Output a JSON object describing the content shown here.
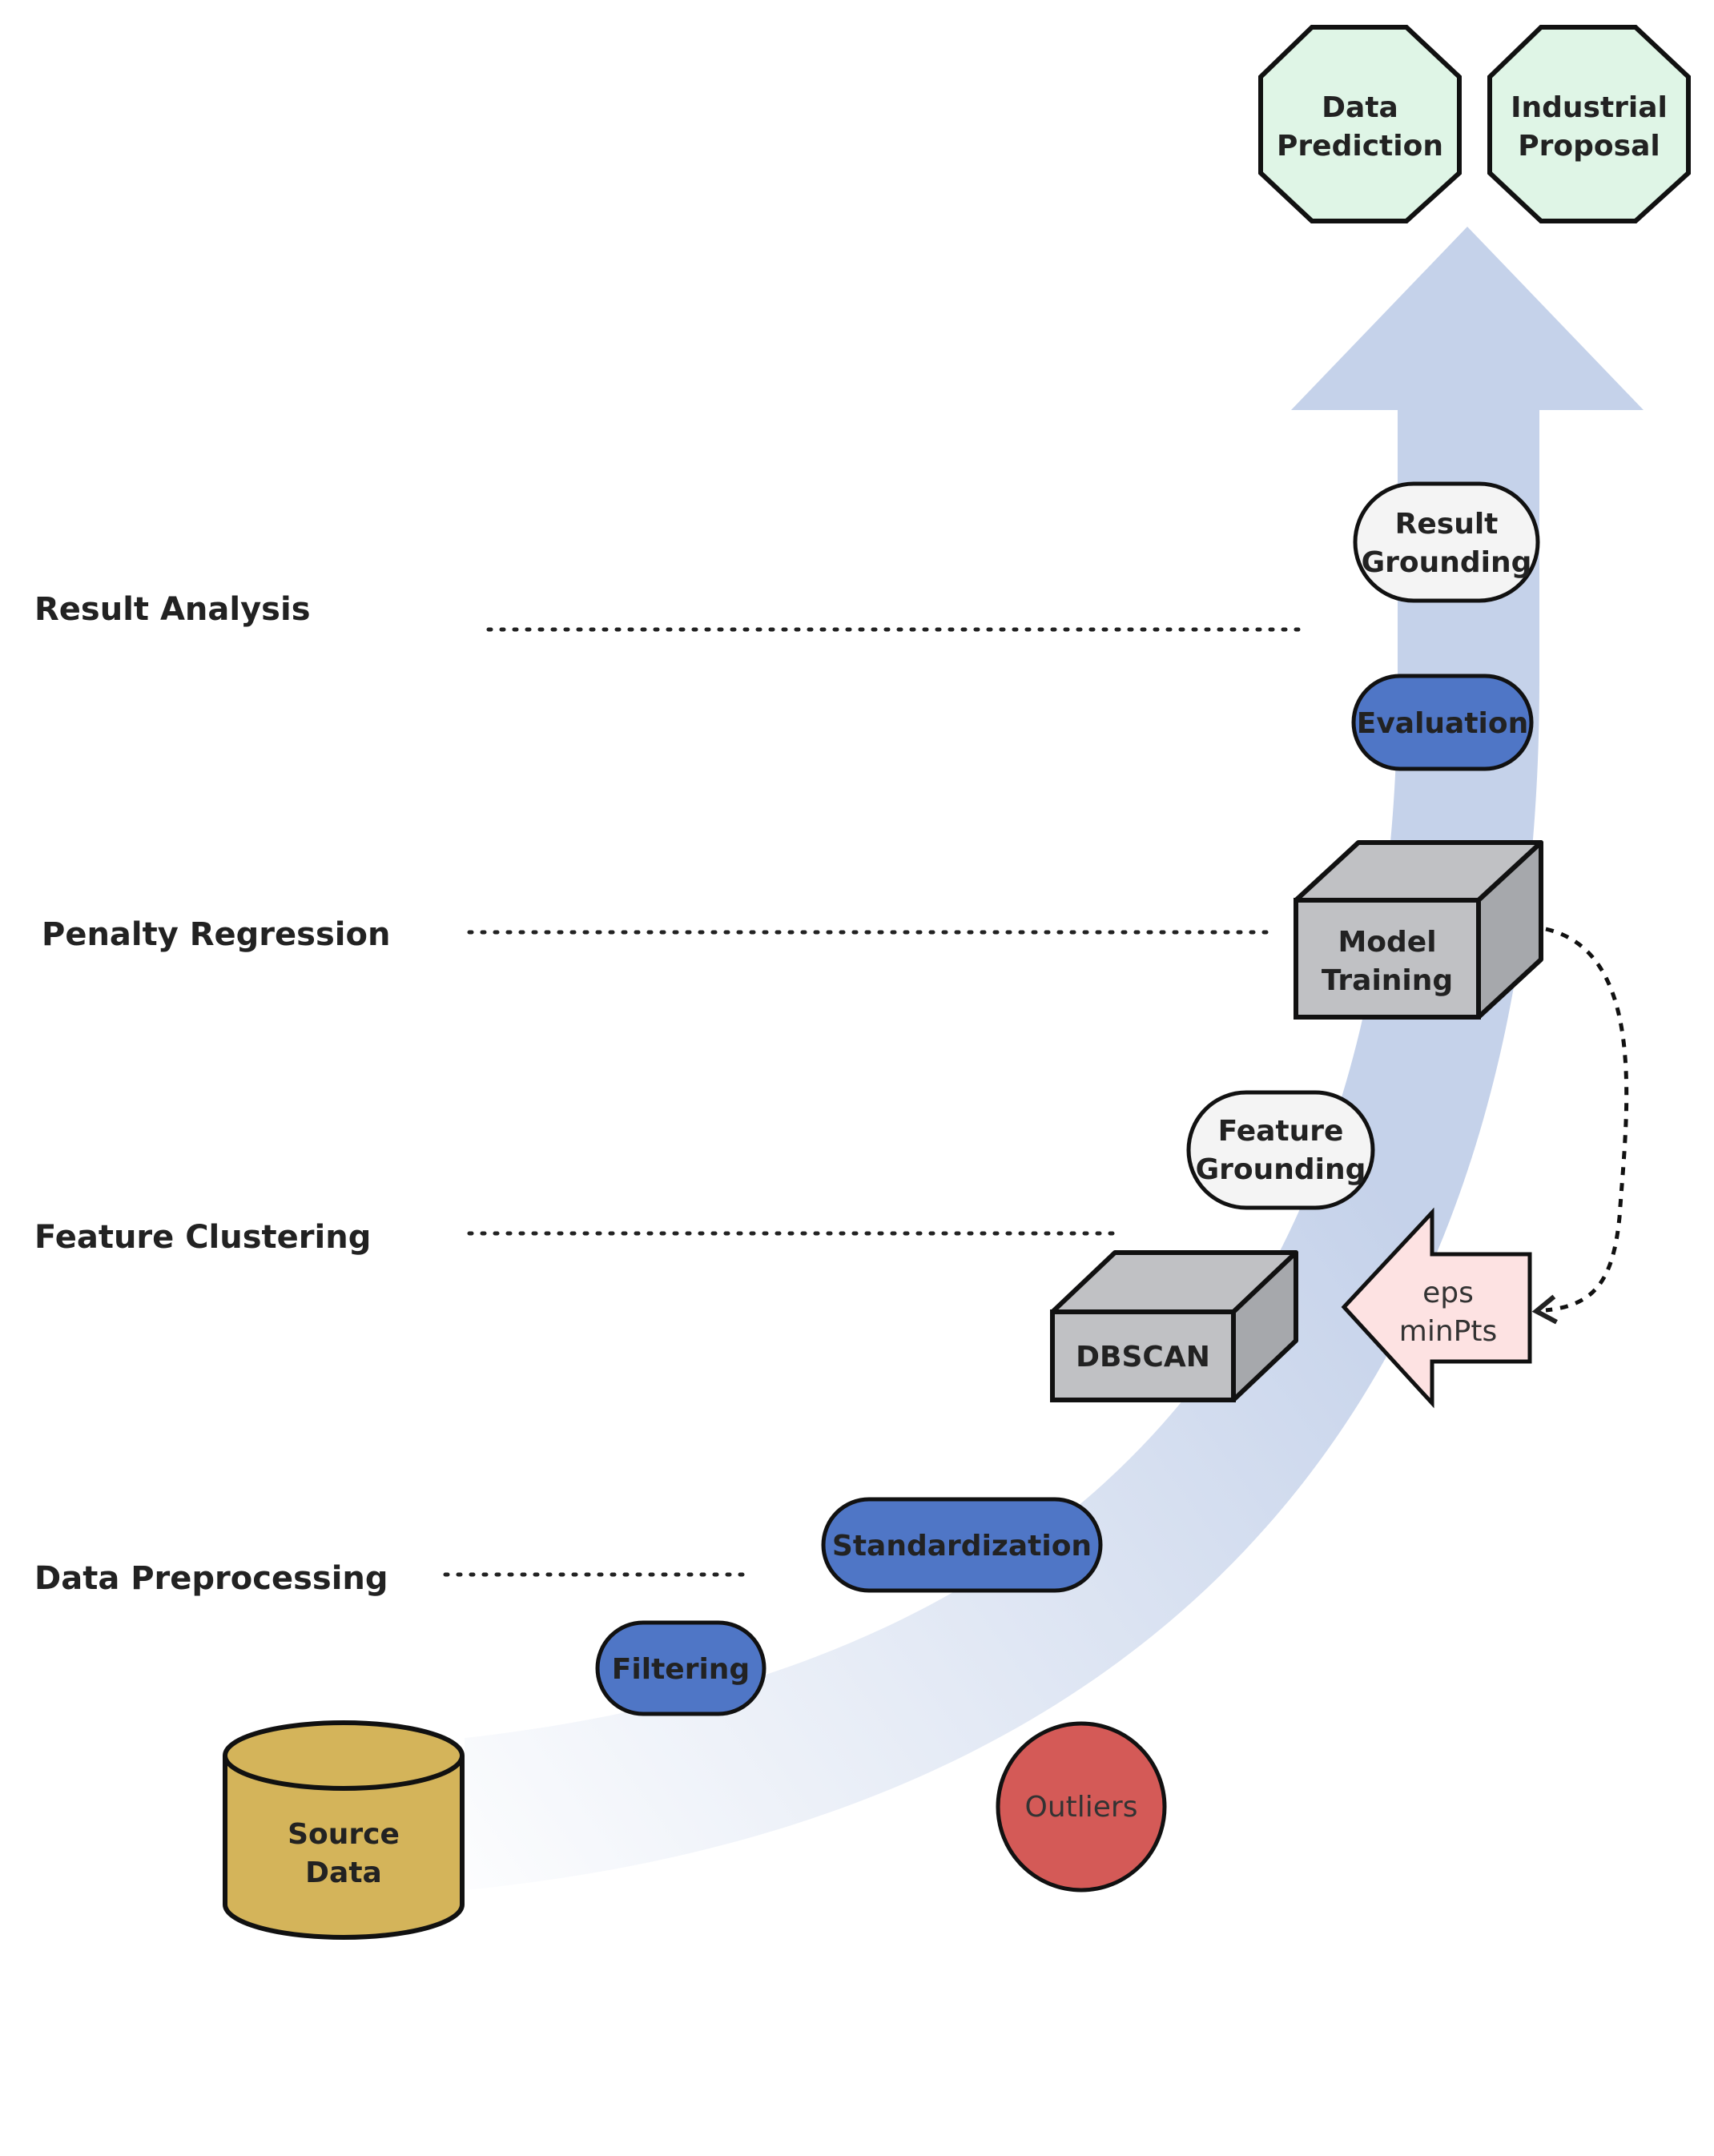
{
  "stages": {
    "result_analysis": "Result Analysis",
    "penalty_regression": "Penalty Regression",
    "feature_clustering": "Feature Clustering",
    "data_preprocessing": "Data Preprocessing"
  },
  "nodes": {
    "source_data": [
      "Source",
      "Data"
    ],
    "filtering": "Filtering",
    "standardization": "Standardization",
    "outliers": "Outliers",
    "dbscan": "DBSCAN",
    "params": [
      "eps",
      "minPts"
    ],
    "feature_grounding": [
      "Feature",
      "Grounding"
    ],
    "model_training": [
      "Model",
      "Training"
    ],
    "evaluation": "Evaluation",
    "result_grounding": [
      "Result",
      "Grounding"
    ],
    "data_prediction": [
      "Data",
      "Prediction"
    ],
    "industrial_proposal": [
      "Industrial",
      "Proposal"
    ]
  },
  "colors": {
    "flow_arrow": "#c5d2ea",
    "database": "#d4b45a",
    "process_blue": "#4f76c6",
    "box_gray": "#c0c1c4",
    "box_side": "#a6a8ac",
    "pill_white": "#f4f4f4",
    "outliers": "#d45a57",
    "params_arrow": "#fde2e2",
    "octagon": "#dff5e6"
  },
  "icons": {
    "source_data": "cylinder-icon",
    "dbscan": "cube-icon",
    "model_training": "cube-icon",
    "params": "left-arrow-icon",
    "outputs": "octagon-icon"
  }
}
